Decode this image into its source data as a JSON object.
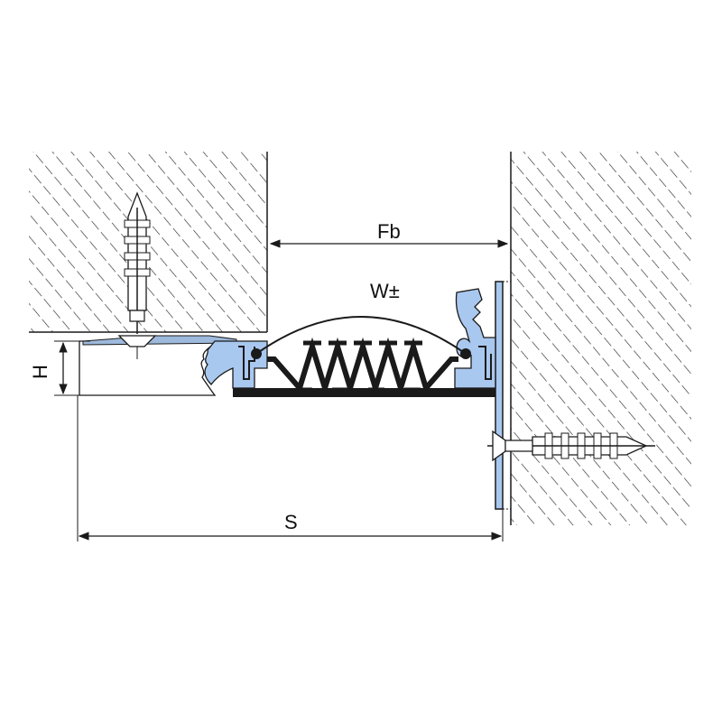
{
  "labels": {
    "fb": "Fb",
    "w": "W±",
    "h": "H",
    "s": "S"
  },
  "colors": {
    "line": "#1a1a1a",
    "profile": "#a9c8ef",
    "hatch": "#2a2a2a",
    "concrete": "#9db9dc"
  }
}
